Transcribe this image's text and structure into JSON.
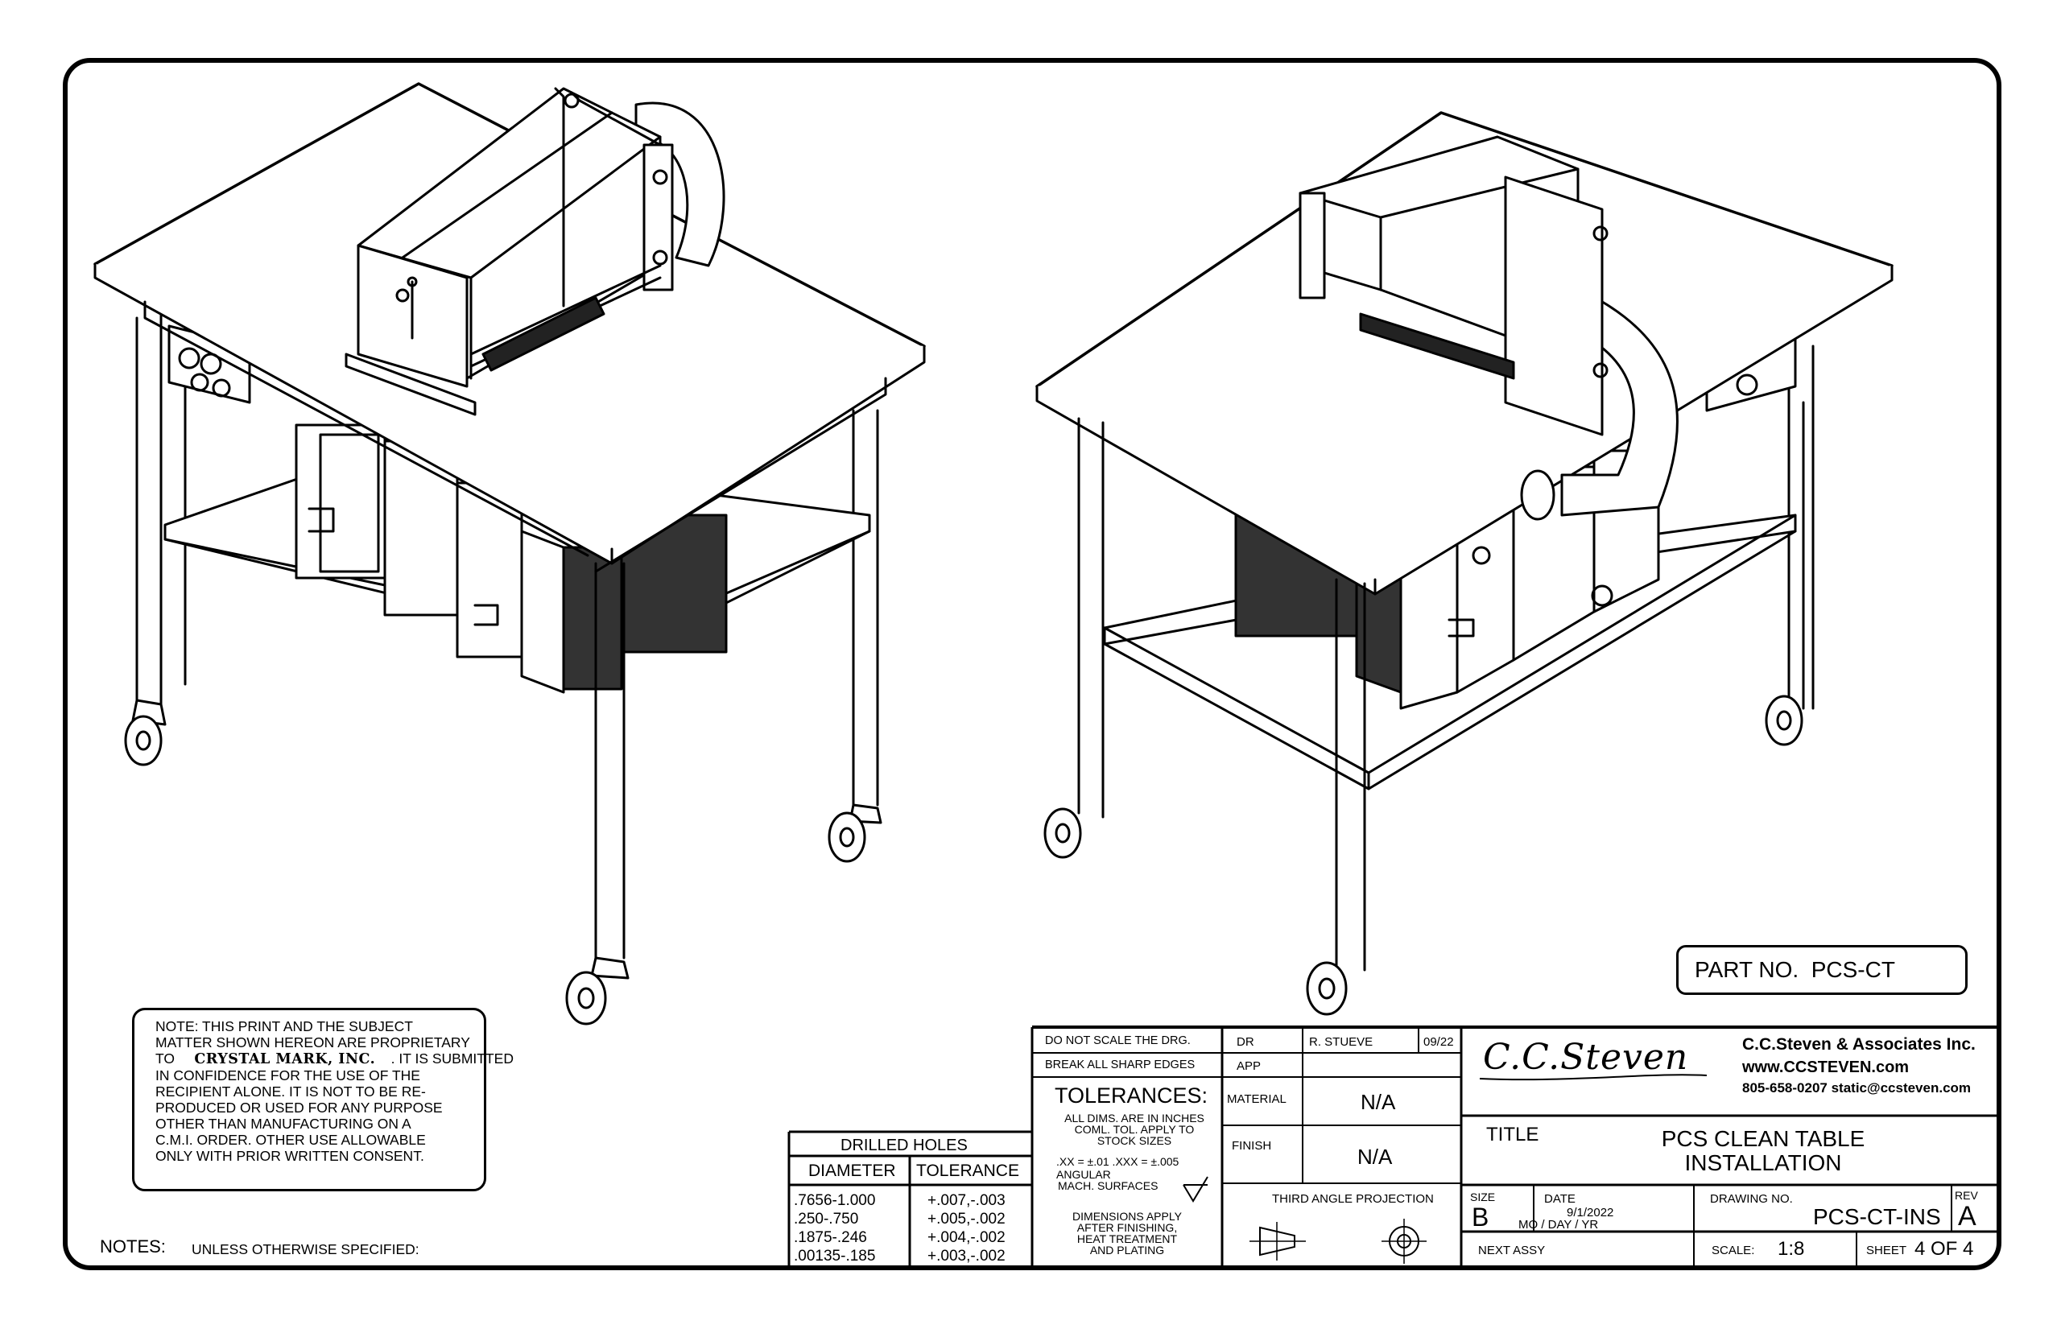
{
  "part_no": {
    "label": "PART NO.",
    "value": "PCS-CT"
  },
  "notes_label": "NOTES:",
  "notes_sub": "UNLESS OTHERWISE SPECIFIED:",
  "proprietary_note": {
    "line1": "NOTE: THIS PRINT AND THE SUBJECT",
    "line2": "MATTER SHOWN HEREON ARE PROPRIETARY",
    "line3_prefix": "TO",
    "company": "CRYSTAL MARK, INC.",
    "line3_suffix": ". IT IS SUBMITTED",
    "line4": "IN CONFIDENCE FOR THE USE OF THE",
    "line5": "RECIPIENT ALONE. IT IS NOT TO BE RE-",
    "line6": "PRODUCED OR USED FOR ANY PURPOSE",
    "line7": "OTHER THAN MANUFACTURING ON A",
    "line8": "C.M.I. ORDER. OTHER  USE ALLOWABLE",
    "line9": "ONLY WITH PRIOR WRITTEN CONSENT."
  },
  "drilled_holes": {
    "title": "DRILLED HOLES",
    "col_diameter": "DIAMETER",
    "col_tolerance": "TOLERANCE",
    "rows": [
      {
        "diameter": ".7656-1.000",
        "tolerance": "+.007,-.003"
      },
      {
        "diameter": ".250-.750",
        "tolerance": "+.005,-.002"
      },
      {
        "diameter": ".1875-.246",
        "tolerance": "+.004,-.002"
      },
      {
        "diameter": ".00135-.185",
        "tolerance": "+.003,-.002"
      }
    ]
  },
  "title_block": {
    "do_not_scale": "DO NOT SCALE THE DRG.",
    "break_edges": "BREAK ALL SHARP EDGES",
    "tolerances_title": "TOLERANCES:",
    "tol_line1": "ALL DIMS. ARE IN INCHES",
    "tol_line2": "COML. TOL. APPLY TO",
    "tol_line3": "STOCK SIZES",
    "tol_line4": ".XX = ±.01  .XXX = ±.005",
    "tol_line5": "ANGULAR",
    "tol_line6": "MACH. SURFACES",
    "dim_line1": "DIMENSIONS APPLY",
    "dim_line2": "AFTER FINISHING,",
    "dim_line3": "HEAT TREATMENT",
    "dim_line4": "AND PLATING",
    "dr_label": "DR",
    "dr_name": "R. STUEVE",
    "dr_date": "09/22",
    "app_label": "APP",
    "material_label": "MATERIAL",
    "material_value": "N/A",
    "finish_label": "FINISH",
    "finish_value": "N/A",
    "projection": "THIRD ANGLE PROJECTION",
    "logo_text": "C.C.Steven",
    "company_name": "C.C.Steven & Associates Inc.",
    "company_web": "www.CCSTEVEN.com",
    "company_contact": "805-658-0207 static@ccsteven.com",
    "title_label": "TITLE",
    "title_line1": "PCS CLEAN TABLE",
    "title_line2": "INSTALLATION",
    "size_label": "SIZE",
    "size_value": "B",
    "date_label": "DATE",
    "date_value": "9/1/2022",
    "date_format": "MO / DAY / YR",
    "drawing_no_label": "DRAWING NO.",
    "drawing_no_value": "PCS-CT-INS",
    "rev_label": "REV",
    "rev_value": "A",
    "next_assy": "NEXT ASSY",
    "scale_label": "SCALE:",
    "scale_value": "1:8",
    "sheet_label": "SHEET",
    "sheet_value": "4 OF 4"
  }
}
